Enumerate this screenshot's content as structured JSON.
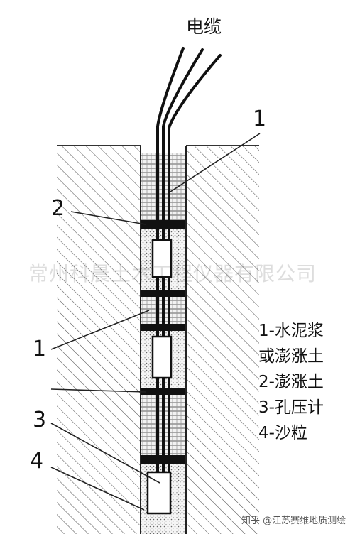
{
  "title": "电缆",
  "labels": {
    "top_1": "1",
    "label_2": "2",
    "mid_1": "1",
    "label_3": "3",
    "label_4": "4"
  },
  "legend": [
    "1-水泥浆",
    "或澎涨土",
    "2-澎涨土",
    "3-孔压计",
    "4-沙粒"
  ],
  "watermark": "常州科晨土木工程仪器有限公司",
  "credit": "知乎 @江苏赛维地质测绘"
}
